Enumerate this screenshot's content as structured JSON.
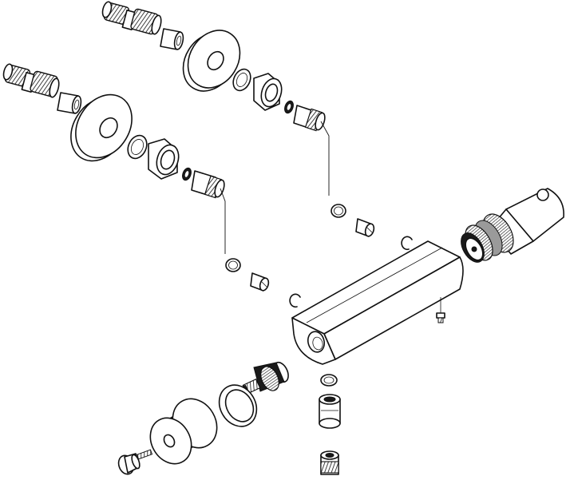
{
  "diagram": {
    "kind": "exploded-view",
    "background": "#ffffff",
    "stroke": "#111111",
    "parts": [
      "fitting-assembly-upper",
      "fitting-assembly-lower",
      "mixer-body",
      "thermostatic-cartridge",
      "flow-control-cartridge",
      "handle-knob",
      "outlet-fittings"
    ]
  }
}
